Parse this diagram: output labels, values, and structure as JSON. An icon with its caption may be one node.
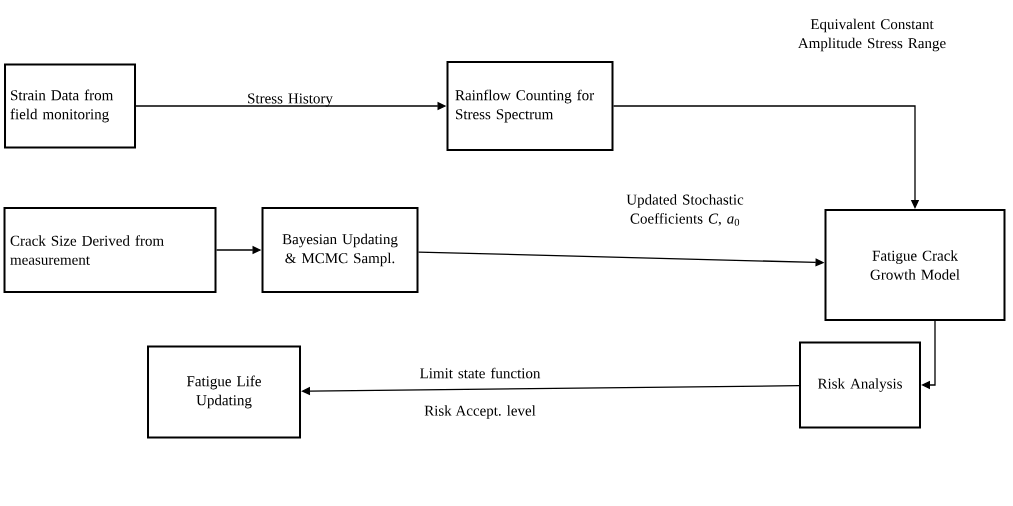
{
  "diagram": {
    "nodes": [
      {
        "text": [
          "Strain Data from field monitoring"
        ]
      },
      {
        "text": [
          "Rainflow Counting for Stress Spectrum"
        ]
      },
      {
        "text": [
          "Crack Size Derived from measurement"
        ]
      },
      {
        "text": [
          "Bayesian Updating & MCMC Sampl."
        ]
      },
      {
        "text": [
          "Fatigue Crack Growth Model"
        ]
      },
      {
        "text": [
          "Risk Analysis"
        ]
      },
      {
        "text": [
          "Fatigue Life Updating"
        ]
      }
    ],
    "edges": [
      {
        "from": 0,
        "to": 1,
        "arrow": "to",
        "label": "Stress History"
      },
      {
        "from": 1,
        "to": 4,
        "arrow": "to",
        "label": "Equivalent Constant Amplitude Stress Range"
      },
      {
        "from": 2,
        "to": 3,
        "arrow": "to"
      },
      {
        "from": 3,
        "to": 4,
        "arrow": "to",
        "label": "Updated Stochastic Coefficients *C*, *a*$_{0}$"
      },
      {
        "from": 4,
        "to": 5,
        "arrow": "to"
      },
      {
        "from": 5,
        "to": 6,
        "arrow": "to",
        "label": "Limit state function"
      }
    ],
    "labels": [
      "Risk Accept. level"
    ]
  }
}
